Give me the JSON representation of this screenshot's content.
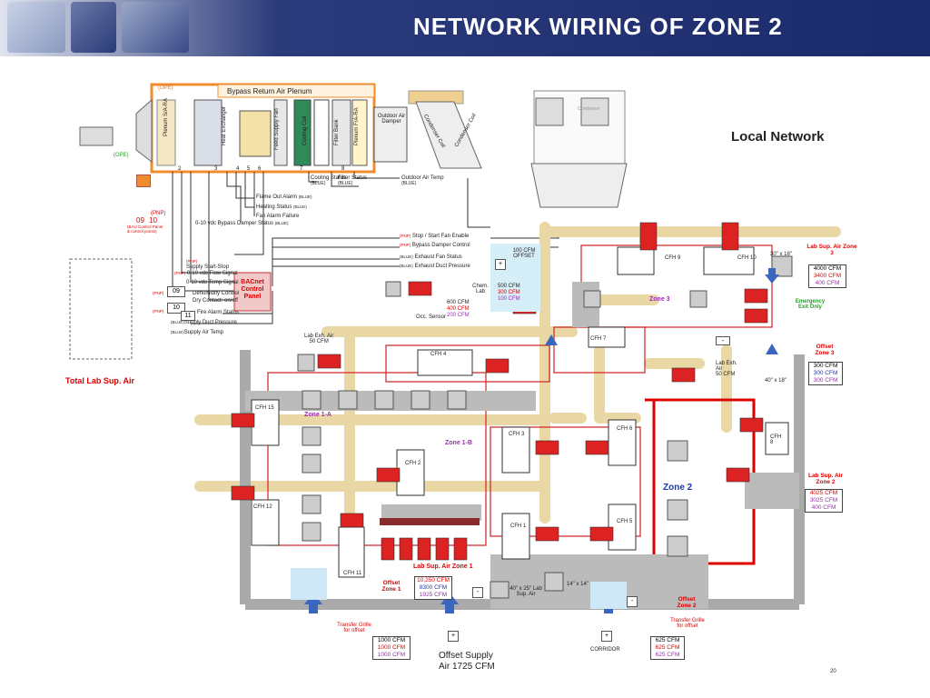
{
  "header": {
    "title": "NETWORK WIRING OF ZONE 2",
    "page_number": "20",
    "local_network": "Local Network"
  },
  "ahu": {
    "bypass": "Bypass Return Air Plenum",
    "plenum_sa": "Plenum S/A-RA",
    "heat_exchanger": "Heat Exchanger",
    "feed_supply_fan": "Feed Supply Fan",
    "cooling_coil": "Cooling Coil",
    "filter_bank": "Filter Bank",
    "plenum_fa_ra": "Plenum F/A-RA",
    "outdoor_air_damper": "Outdoor Air Damper",
    "condenser_coil_1": "Condenser Coil",
    "condenser_coil_2": "Condenser Coil",
    "nodes": [
      "2",
      "3",
      "4",
      "5",
      "6",
      "7",
      "8"
    ],
    "small_tags": [
      "(OPE)",
      "(OPE)"
    ],
    "cooling_status": "Cooling Status",
    "cooling_status_tag": "(BLUE)",
    "filter_status": "Filter Status",
    "filter_status_tag": "(BLUE)",
    "outdoor_air_temp": "Outdoor Air Temp",
    "outdoor_air_temp_tag": "(BLUE)"
  },
  "bms": {
    "panel_id": "09",
    "panel_id_2": "10",
    "panel_label": "(BAU Control Panel & control points)",
    "pnp": "(PNP)"
  },
  "signals": [
    {
      "text": "Flame Out Alarm",
      "tag": "(BLUE)"
    },
    {
      "text": "Heating Status",
      "tag": "(BLUE)"
    },
    {
      "text": "Fan Alarm Failure",
      "tag": ""
    },
    {
      "text": "0-10 vdc Bypass Damper Status",
      "tag": "(BLUE)"
    }
  ],
  "right_signals": [
    {
      "tag": "(PNP)",
      "text": "Stop / Start Fan Enable"
    },
    {
      "tag": "(PNP)",
      "text": "Bypass Damper Control"
    },
    {
      "tag": "(BLUE)",
      "text": "Exhaust Fan Status"
    },
    {
      "tag": "(BLUE)",
      "text": "Exhaust Duct Pressure"
    }
  ],
  "left_signals": [
    {
      "tag": "(PNP)",
      "text": "Supply Start-Stop"
    },
    {
      "tag": "(PNP)",
      "text": "0-10 vdc Flow Signal"
    },
    {
      "tag": "",
      "text": "0-10 vdc Temp Signal"
    },
    {
      "tag": "(PNP)",
      "text": "Dehumidify Control"
    },
    {
      "tag": "",
      "text": "Dry Contact: on/off"
    },
    {
      "tag": "(PNP)",
      "text": "Fire Alarm Status"
    },
    {
      "tag": "(BLUE)",
      "text": "Supply Duct Pressure"
    },
    {
      "tag": "(BLUE)",
      "text": "Supply Air Temp"
    }
  ],
  "panel": {
    "line1": "BACnet",
    "line2": "Control",
    "line3": "Panel",
    "id_09": "09",
    "id_10": "10",
    "id_11": "11"
  },
  "left_total": "Total Lab Sup. Air",
  "chem_lab": {
    "label": "Chem. Lab",
    "cfm": [
      "500 CFM",
      "300 CFM",
      "100 CFM"
    ],
    "offset_label": "100 CFM OFFSET",
    "cfm2": [
      "600 CFM",
      "400 CFM",
      "200 CFM"
    ],
    "occ_sensor": "Occ. Sensor",
    "plus": "+"
  },
  "lab_exh_air_1": {
    "label": "Lab Exh. Air",
    "cfm": "50 CFM"
  },
  "lab_exh_air_2": {
    "label": "Lab Exh. Air",
    "cfm": "50 CFM"
  },
  "zones": {
    "zone1a": "Zone 1-A",
    "zone1b": "Zone 1-B",
    "zone3": "Zone 3",
    "zone2": "Zone 2",
    "lab_sup_air_zone1": "Lab Sup. Air Zone 1"
  },
  "cfh_labels": [
    "CFH 9",
    "CFH 10",
    "CFH 7",
    "CFH 4",
    "CFH 15",
    "CFH 3",
    "CFH 6",
    "CFH 8",
    "CFH 2",
    "CFH 12",
    "CFH 1",
    "CFH 5",
    "CFH 11"
  ],
  "lab_sup_zone3": {
    "label": "Lab Sup. Air Zone 3",
    "dim": "30\" x 18\"",
    "cfm": [
      "4000 CFM",
      "3400 CFM",
      "400 CFM"
    ],
    "emergency": "Emergency Exit Only"
  },
  "offset_zone3": {
    "label": "Offset Zone 3",
    "cfm": [
      "300 CFM",
      "300 CFM",
      "300 CFM"
    ],
    "dim": "40\" x 18\""
  },
  "lab_sup_zone2": {
    "label": "Lab Sup. Air Zone 2",
    "cfm": [
      "4025 CFM",
      "3025 CFM",
      "400 CFM"
    ]
  },
  "offset_zone1": {
    "label": "Offset Zone 1",
    "cfm": [
      "10,250 CFM",
      "8300 CFM",
      "1925 CFM"
    ]
  },
  "bottom": {
    "lab_sup_air_dim": "40\" x 25\" Lab Sup. Air",
    "small_dim": "14\" x 14\"",
    "corridor": "CORRIDOR",
    "offset_zone2": "Offset Zone 2",
    "transfer_grille_1": "Transfer Grille for offset",
    "transfer_grille_2": "Transfer Grille for offset",
    "cfm_left": [
      "1000 CFM",
      "1000 CFM",
      "1000 CFM"
    ],
    "cfm_right": [
      "625 CFM",
      "625 CFM",
      "625 CFM"
    ],
    "offset_supply": "Offset Supply",
    "offset_supply_air": "Air 1725 CFM",
    "minus": "-",
    "plus": "+"
  },
  "cooling_tower_label": "Condensor"
}
